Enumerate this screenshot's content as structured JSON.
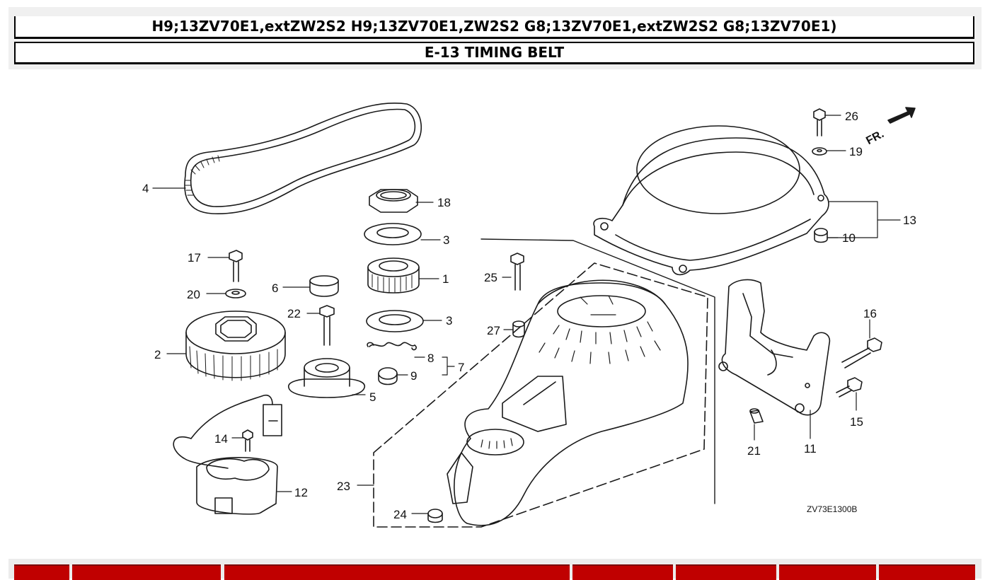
{
  "header": {
    "models": "H9;13ZV70E1,extZW2S2 H9;13ZV70E1,ZW2S2 G8;13ZV70E1,extZW2S2 G8;13ZV70E1)",
    "section_title": "E-13 TIMING BELT"
  },
  "diagram": {
    "direction_label": "FR.",
    "drawing_code": "ZV73E1300B",
    "callouts": {
      "c1": "1",
      "c2": "2",
      "c3a": "3",
      "c3b": "3",
      "c4": "4",
      "c5": "5",
      "c6": "6",
      "c7": "7",
      "c8": "8",
      "c9": "9",
      "c10": "10",
      "c11": "11",
      "c12": "12",
      "c13": "13",
      "c14": "14",
      "c15": "15",
      "c16": "16",
      "c17": "17",
      "c18": "18",
      "c19": "19",
      "c20": "20",
      "c21": "21",
      "c22": "22",
      "c23": "23",
      "c24": "24",
      "c25": "25",
      "c26": "26",
      "c27": "27"
    }
  },
  "colors": {
    "table_header": "#c00000",
    "line": "#1a1a1a"
  }
}
